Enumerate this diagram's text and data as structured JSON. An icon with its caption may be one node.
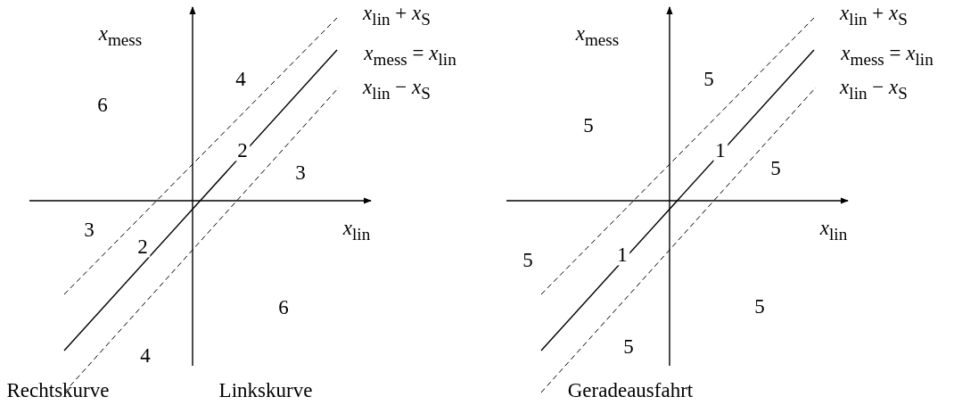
{
  "diagram": {
    "labels": [
      "*x*$_{lin}$ + *x*$_{S}$",
      "*x*$_{mess}$",
      "*x*$_{mess}$ = *x*$_{lin}$",
      "4",
      "6",
      "*x*$_{lin}$ − *x*$_{S}$",
      "2",
      "3",
      "3",
      "*x*$_{lin}$",
      "2",
      "6",
      "4",
      "Rechtskurve",
      "Linkskurve",
      "*x*$_{lin}$ + *x*$_{S}$",
      "*x*$_{mess}$",
      "*x*$_{mess}$ = *x*$_{lin}$",
      "5",
      "5",
      "*x*$_{lin}$ − *x*$_{S}$",
      "1",
      "5",
      "5",
      "*x*$_{lin}$",
      "1",
      "5",
      "5",
      "Geradeausfahrt"
    ]
  }
}
